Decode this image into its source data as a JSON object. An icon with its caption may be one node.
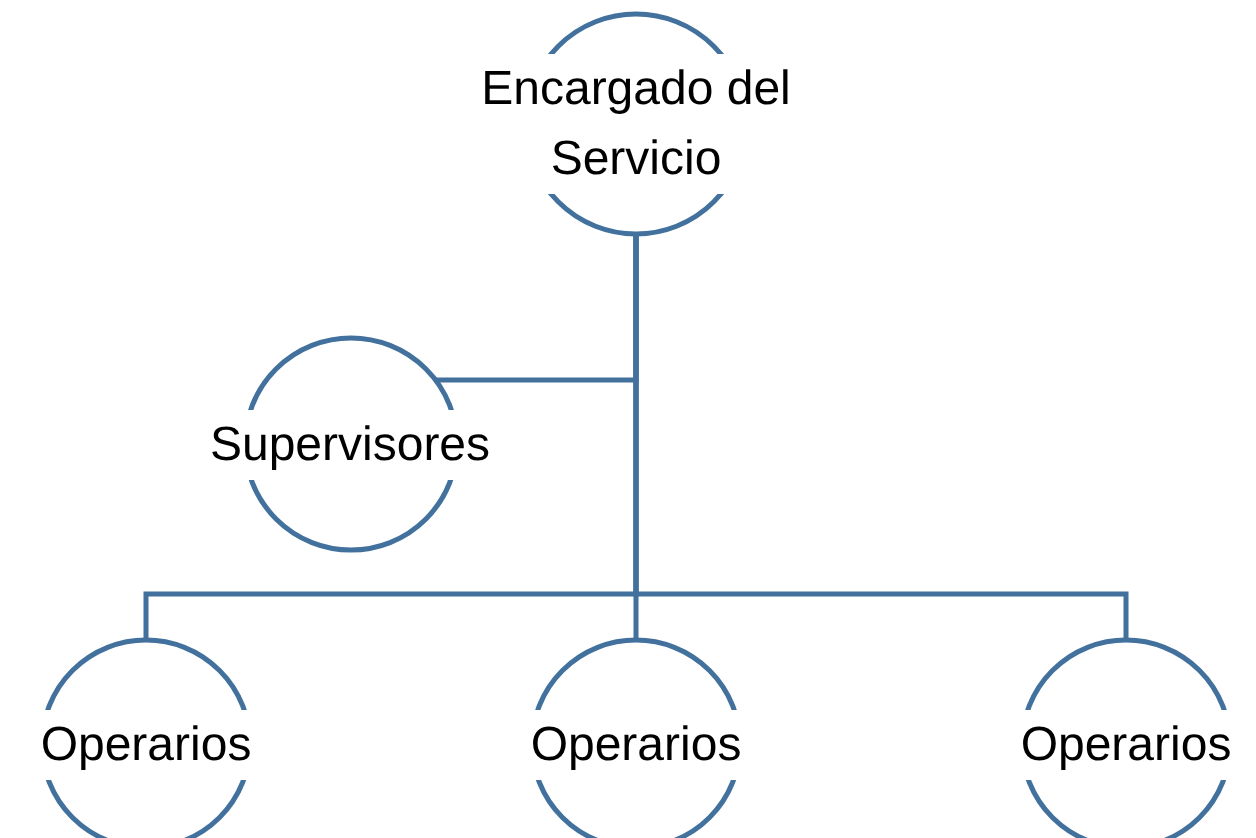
{
  "diagram": {
    "nodes": [
      {
        "text": [
          "Encargado del Servicio"
        ]
      },
      {
        "text": [
          "Supervisores"
        ]
      },
      {
        "text": [
          "Operarios"
        ]
      },
      {
        "text": [
          "Operarios"
        ]
      },
      {
        "text": [
          "Operarios"
        ]
      }
    ],
    "edges": [
      {
        "from": 0,
        "to": 1,
        "arrow": "none"
      },
      {
        "from": 0,
        "to": 2,
        "arrow": "none"
      },
      {
        "from": 0,
        "to": 3,
        "arrow": "none"
      },
      {
        "from": 0,
        "to": 4,
        "arrow": "none"
      }
    ]
  }
}
